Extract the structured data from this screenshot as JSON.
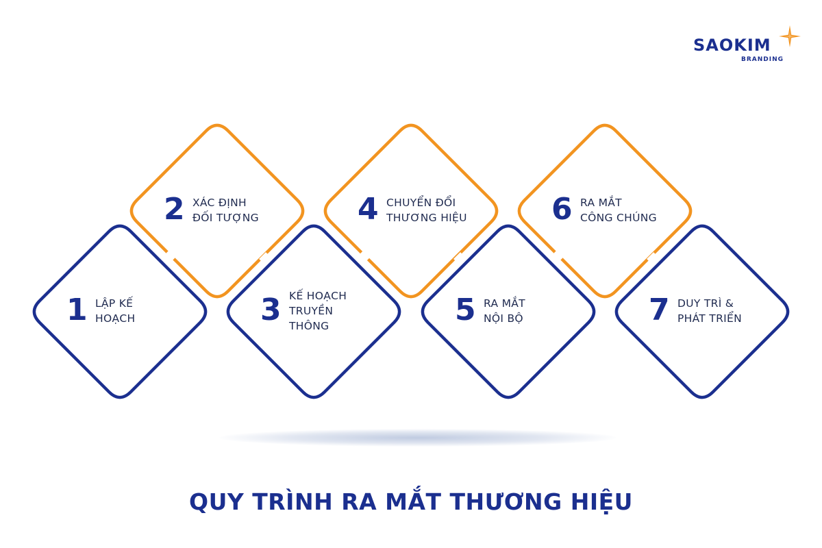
{
  "logo": {
    "part_a": "SAO",
    "part_b": "KIM",
    "sub": "BRANDING",
    "star_icon": "sparkle-star-icon",
    "star_color": "#f29420"
  },
  "colors": {
    "navy": "#1b2f8f",
    "orange": "#f29420"
  },
  "steps": [
    {
      "number": "1",
      "lines": [
        "LẬP KẾ",
        "HOẠCH"
      ],
      "row": "bottom",
      "border": "navy"
    },
    {
      "number": "2",
      "lines": [
        "XÁC ĐỊNH",
        "ĐỐI TƯỢNG"
      ],
      "row": "top",
      "border": "orange"
    },
    {
      "number": "3",
      "lines": [
        "KẾ HOẠCH",
        "TRUYỀN",
        "THÔNG"
      ],
      "row": "bottom",
      "border": "navy"
    },
    {
      "number": "4",
      "lines": [
        "CHUYỂN ĐỔI",
        "THƯƠNG HIỆU"
      ],
      "row": "top",
      "border": "orange"
    },
    {
      "number": "5",
      "lines": [
        "RA MẮT",
        "NỘI BỘ"
      ],
      "row": "bottom",
      "border": "navy"
    },
    {
      "number": "6",
      "lines": [
        "RA MẮT",
        "CÔNG CHÚNG"
      ],
      "row": "top",
      "border": "orange"
    },
    {
      "number": "7",
      "lines": [
        "DUY TRÌ &",
        "PHÁT TRIỂN"
      ],
      "row": "bottom",
      "border": "navy"
    }
  ],
  "title": "QUY TRÌNH RA MẮT THƯƠNG HIỆU"
}
